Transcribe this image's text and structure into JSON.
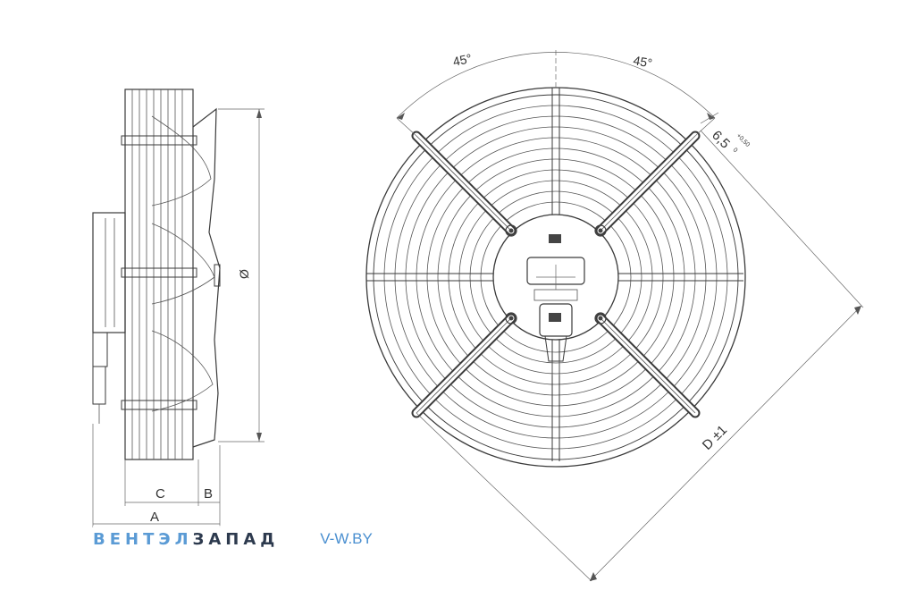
{
  "side_view": {
    "diameter_label": "Ø",
    "dim_c": "C",
    "dim_b": "B",
    "dim_a": "A"
  },
  "front_view": {
    "angle_left": "45°",
    "angle_right": "45°",
    "hole_dim_main": "6,5",
    "hole_tol_upper": "+0,50",
    "hole_tol_lower": "0",
    "diag_dim": "D ±1"
  },
  "watermark": {
    "part1": "ВЕНТЭЛ",
    "part2": "ЗАПАД",
    "site": "V-W.BY",
    "color1": "#5b9bd5",
    "color2": "#2d3a4e",
    "site_color": "#4a8fd0"
  }
}
